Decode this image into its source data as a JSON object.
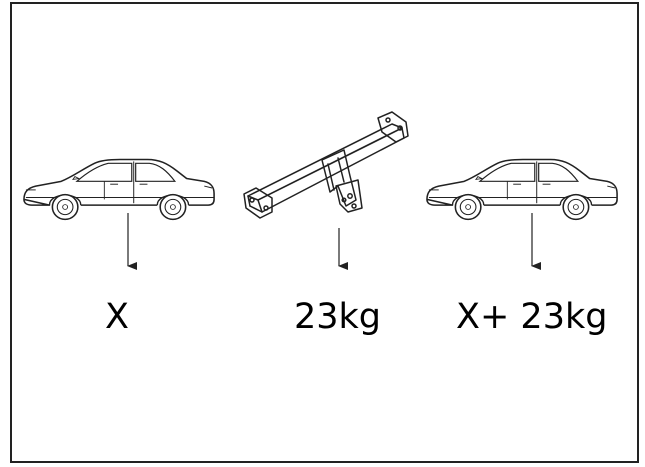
{
  "labels": {
    "car_weight": "X",
    "towbar_weight": "23kg",
    "total_weight": "X+ 23kg"
  },
  "icons": {
    "left": "car-icon",
    "middle": "towbar-icon",
    "right": "car-icon"
  },
  "colors": {
    "stroke": "#222222",
    "border": "#222222",
    "background": "#ffffff"
  }
}
